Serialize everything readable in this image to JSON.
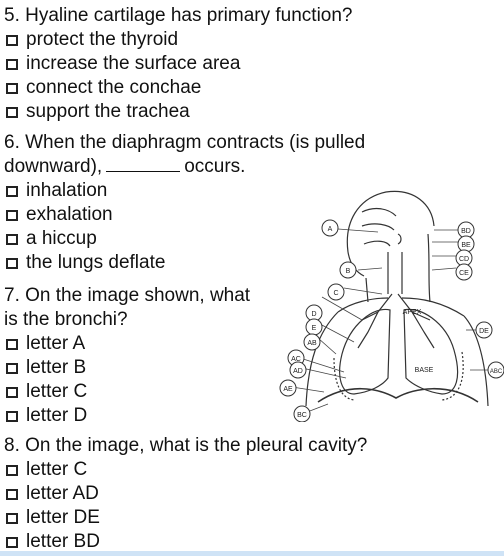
{
  "questions": [
    {
      "prompt": "5. Hyaline cartilage has primary function?",
      "options": [
        "protect the thyroid",
        "increase the surface area",
        "connect the conchae",
        "support the trachea"
      ]
    },
    {
      "prompt_line1": "6. When the diaphragm contracts (is pulled",
      "prompt_line2a": "downward),",
      "prompt_line2b": "occurs.",
      "options": [
        "inhalation",
        "exhalation",
        "a hiccup",
        "the lungs deflate"
      ]
    },
    {
      "prompt_line1": "7. On the image shown, what",
      "prompt_line2": "is the bronchi?",
      "options": [
        "letter A",
        "letter B",
        "letter C",
        "letter D"
      ]
    },
    {
      "prompt": "8. On the image, what is the pleural cavity?",
      "options": [
        "letter C",
        "letter AD",
        "letter DE",
        "letter BD"
      ]
    }
  ],
  "diagram": {
    "labels": [
      "A",
      "B",
      "C",
      "D",
      "E",
      "AB",
      "AC",
      "AD",
      "AE",
      "BC",
      "BD",
      "BE",
      "CD",
      "CE",
      "DE",
      "ABC"
    ],
    "text": [
      "APEX",
      "BASE"
    ]
  }
}
